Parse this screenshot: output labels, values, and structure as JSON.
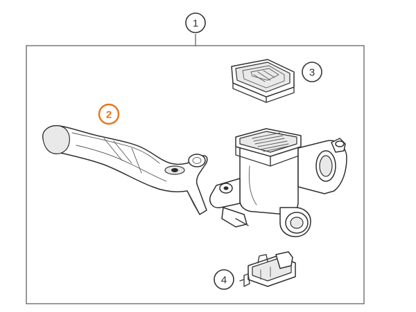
{
  "callouts": [
    {
      "id": "1",
      "label": "1",
      "color": "#333333"
    },
    {
      "id": "2",
      "label": "2",
      "color": "#e8751a"
    },
    {
      "id": "3",
      "label": "3",
      "color": "#333333"
    },
    {
      "id": "4",
      "label": "4",
      "color": "#333333"
    }
  ],
  "colors": {
    "line": "#333333",
    "highlight": "#e8751a",
    "background": "#ffffff"
  }
}
